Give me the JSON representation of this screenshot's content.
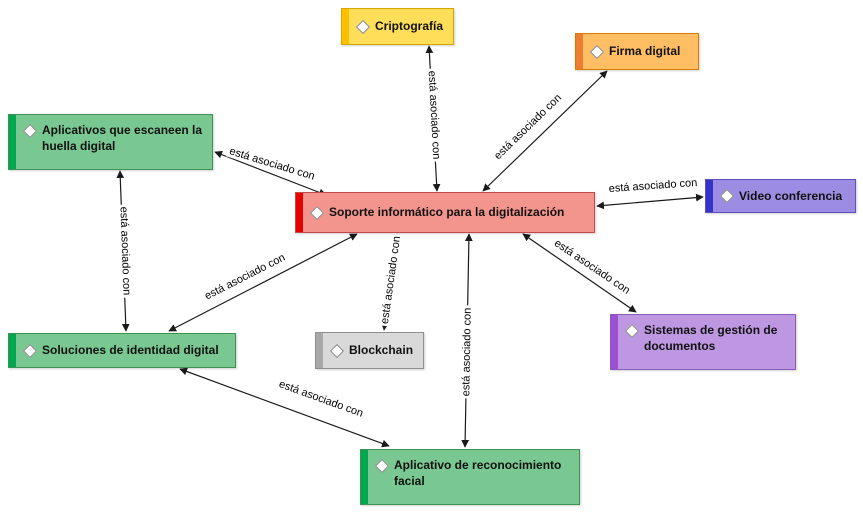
{
  "diagram": {
    "type": "concept-network",
    "nodes": [
      {
        "id": "criptografia",
        "label": "Criptografía",
        "color": "#FFC000"
      },
      {
        "id": "firma-digital",
        "label": "Firma digital",
        "color": "#ED7D31"
      },
      {
        "id": "aplicativos-huella",
        "label": "Aplicativos que escaneen la huella digital",
        "color": "#00A650"
      },
      {
        "id": "soporte-informatico",
        "label": "Soporte informático para la digitalización",
        "color": "#E60000"
      },
      {
        "id": "video-conferencia",
        "label": "Video conferencia",
        "color": "#3333CC"
      },
      {
        "id": "soluciones-identidad",
        "label": "Soluciones de identidad digital",
        "color": "#00A650"
      },
      {
        "id": "blockchain",
        "label": "Blockchain",
        "color": "#A8A8A8"
      },
      {
        "id": "sistemas-gestion",
        "label": "Sistemas de gestión de documentos",
        "color": "#9C51D4"
      },
      {
        "id": "aplicativo-reconocimiento",
        "label": "Aplicativo de reconocimiento facial",
        "color": "#00A650"
      }
    ],
    "edges": [
      {
        "from": "soporte-informatico",
        "to": "criptografia",
        "label": "está asociado con",
        "direction": "bidirectional"
      },
      {
        "from": "soporte-informatico",
        "to": "firma-digital",
        "label": "está asociado con",
        "direction": "bidirectional"
      },
      {
        "from": "soporte-informatico",
        "to": "aplicativos-huella",
        "label": "está asociado con",
        "direction": "bidirectional"
      },
      {
        "from": "soporte-informatico",
        "to": "video-conferencia",
        "label": "está asociado con",
        "direction": "bidirectional"
      },
      {
        "from": "soporte-informatico",
        "to": "soluciones-identidad",
        "label": "está asociado con",
        "direction": "bidirectional"
      },
      {
        "from": "soporte-informatico",
        "to": "blockchain",
        "label": "está asociado con",
        "direction": "bidirectional"
      },
      {
        "from": "soporte-informatico",
        "to": "sistemas-gestion",
        "label": "está asociado con",
        "direction": "bidirectional"
      },
      {
        "from": "soporte-informatico",
        "to": "aplicativo-reconocimiento",
        "label": "está asociado con",
        "direction": "bidirectional"
      },
      {
        "from": "aplicativos-huella",
        "to": "soluciones-identidad",
        "label": "está asociado con",
        "direction": "bidirectional"
      },
      {
        "from": "soluciones-identidad",
        "to": "aplicativo-reconocimiento",
        "label": "está asociado con",
        "direction": "bidirectional"
      }
    ]
  }
}
